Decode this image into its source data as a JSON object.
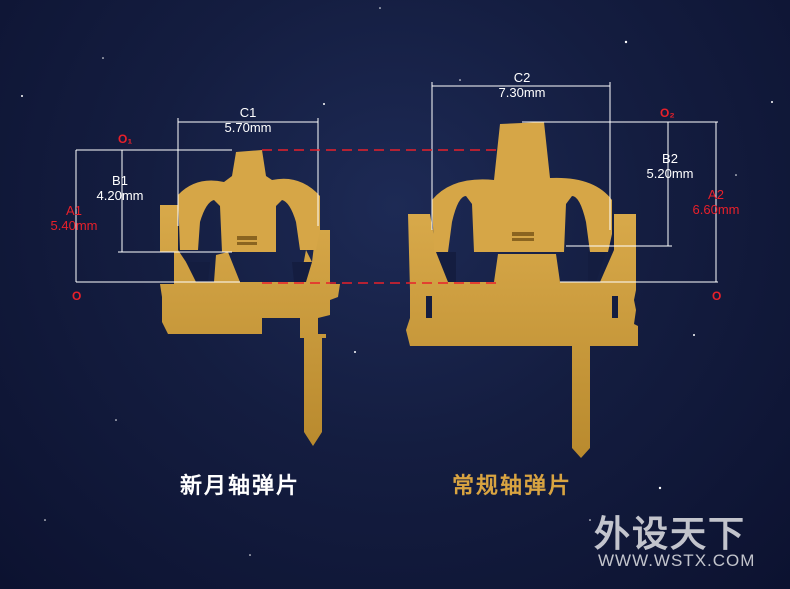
{
  "left_part": {
    "caption": "新月轴弹片",
    "caption_color": "#ffffff",
    "c_label": "C1",
    "c_value": "5.70mm",
    "b_label": "B1",
    "b_value": "4.20mm",
    "a_label": "A1",
    "a_value": "5.40mm",
    "origin_top": "O₁",
    "origin_bottom": "O"
  },
  "right_part": {
    "caption": "常规轴弹片",
    "caption_color": "#d9a441",
    "c_label": "C2",
    "c_value": "7.30mm",
    "b_label": "B2",
    "b_value": "5.20mm",
    "a_label": "A2",
    "a_value": "6.60mm",
    "origin_top": "O₂",
    "origin_bottom": "O"
  },
  "watermark": {
    "brand": "外设天下",
    "url": "WWW.WSTX.COM"
  },
  "colors": {
    "background": "#141d40",
    "metal": "#c99a3a",
    "dimension_line": "#ffffff",
    "reference_line": "#e8202a"
  }
}
